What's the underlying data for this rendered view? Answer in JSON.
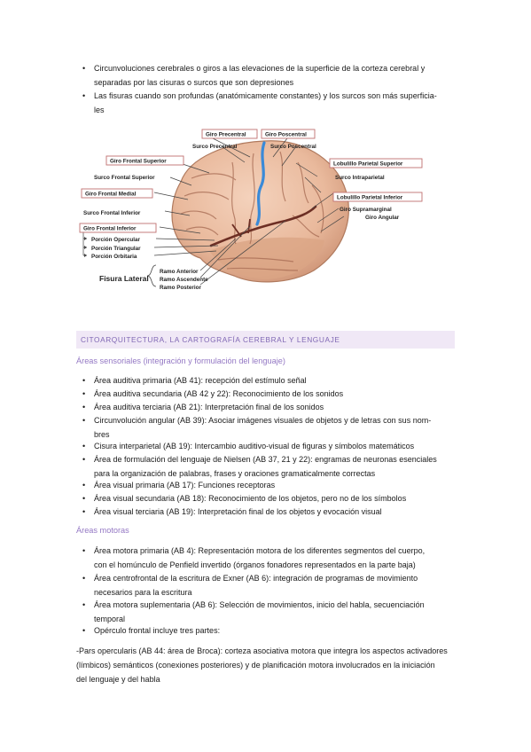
{
  "intro_bullets": [
    [
      "Circunvoluciones cerebrales o giros a las elevaciones de la superficie de la corteza cerebral y",
      "separadas por las cisuras o surcos que son depresiones"
    ],
    [
      "Las fisuras cuando son profundas (anatómicamente constantes) y los surcos son más superficia-",
      "les"
    ]
  ],
  "figure": {
    "labels": {
      "giro_precentral": "Giro Precentral",
      "giro_poscentral": "Giro Poscentral",
      "surco_precentral": "Surco Precentral",
      "surco_poscentral": "Surco Poscentral",
      "giro_frontal_superior": "Giro Frontal Superior",
      "lobulillo_parietal_superior": "Lobulillo Parietal Superior",
      "surco_frontal_superior": "Surco Frontal Superior",
      "surco_intraparietal": "Surco Intraparietal",
      "giro_frontal_medial": "Giro Frontal Medial",
      "lobulillo_parietal_inferior": "Lobulillo Parietal Inferior",
      "surco_frontal_inferior": "Surco Frontal Inferior",
      "giro_supramarginal": "Giro Supramarginal",
      "giro_angular": "Giro Angular",
      "giro_frontal_inferior": "Giro Frontal Inferior",
      "porcion_opercular": "Porción Opercular",
      "porcion_triangular": "Porción Triangular",
      "porcion_orbitaria": "Porción Orbitaria",
      "ramo_anterior": "Ramo Anterior",
      "ramo_ascendente": "Ramo Ascendente",
      "ramo_posterior": "Ramo Posterior",
      "fisura_lateral": "Fisura Lateral"
    }
  },
  "section_title": "CITOARQUITECTURA, LA CARTOGRAFÍA CEREBRAL Y LENGUAJE",
  "sensory_heading": "Áreas sensoriales (integración y formulación del lenguaje)",
  "sensory_bullets": [
    [
      "Área auditiva primaria (AB 41): recepción del estímulo señal"
    ],
    [
      "Área auditiva secundaria (AB 42 y 22): Reconocimiento de los sonidos"
    ],
    [
      "Área auditiva terciaria (AB 21): Interpretación final de los sonidos"
    ],
    [
      "Circunvolución angular (AB 39): Asociar imágenes visuales de objetos y de letras con sus nom-",
      "bres"
    ],
    [
      "Cisura interparietal (AB 19): Intercambio auditivo-visual de figuras y símbolos matemáticos"
    ],
    [
      "Área de formulación del lenguaje de Nielsen (AB 37, 21 y 22): engramas de neuronas esenciales",
      "para la organización de palabras, frases y oraciones gramaticalmente correctas"
    ],
    [
      "Área visual primaria (AB 17): Funciones receptoras"
    ],
    [
      "Área visual secundaria (AB 18): Reconocimiento de los objetos, pero no de los símbolos"
    ],
    [
      "Área visual terciaria (AB 19): Interpretación final de los objetos y evocación visual"
    ]
  ],
  "motor_heading": "Áreas motoras",
  "motor_bullets": [
    [
      "Área motora primaria (AB 4): Representación motora de los diferentes segmentos del cuerpo,",
      "con el homúnculo de Penfield invertido (órganos fonadores representados en la parte baja)"
    ],
    [
      "Área centrofrontal de la escritura de Exner (AB 6): integración de programas de movimiento",
      "necesarios para la escritura"
    ],
    [
      "Área motora suplementaria (AB 6): Selección de movimientos, inicio del habla, secuenciación",
      "temporal"
    ],
    [
      "Opérculo frontal incluye tres partes:"
    ]
  ],
  "pars_paragraph": [
    "-Pars opercularis (AB 44: área de Broca): corteza asociativa motora que integra los aspectos activadores",
    "(límbicos) semánticos (conexiones posteriores) y de planificación motora involucrados en la iniciación",
    "del lenguaje y del habla"
  ],
  "colors": {
    "section_bar_bg": "#f0e8f6",
    "section_title": "#8068b4",
    "subheading": "#9478c4",
    "label_box_border": "#c07070",
    "brain_base": "#e9b99c",
    "central_sulcus": "#3a8ad8"
  }
}
